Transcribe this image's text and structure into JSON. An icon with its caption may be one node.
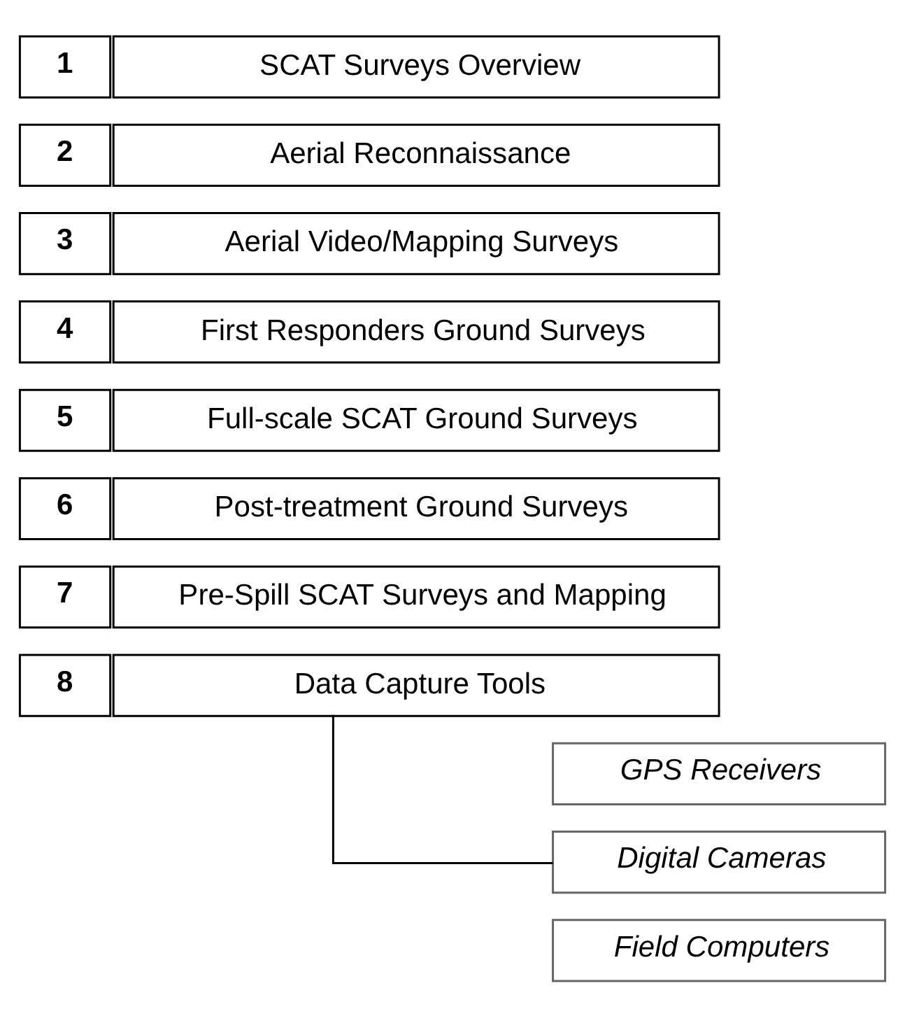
{
  "diagram": {
    "nodes": [
      {
        "text": [
          "1"
        ]
      },
      {
        "text": [
          "SCAT Surveys Overview"
        ]
      },
      {
        "text": [
          "2"
        ]
      },
      {
        "text": [
          "Aerial Reconnaissance"
        ]
      },
      {
        "text": [
          "3"
        ]
      },
      {
        "text": [
          "Aerial Video/Mapping Surveys"
        ]
      },
      {
        "text": [
          "4"
        ]
      },
      {
        "text": [
          "First Responders Ground Surveys"
        ]
      },
      {
        "text": [
          "5"
        ]
      },
      {
        "text": [
          "Full-scale SCAT Ground Surveys"
        ]
      },
      {
        "text": [
          "6"
        ]
      },
      {
        "text": [
          "Post-treatment Ground Surveys"
        ]
      },
      {
        "text": [
          "7"
        ]
      },
      {
        "text": [
          "Pre-Spill SCAT Surveys and Mapping"
        ]
      },
      {
        "text": [
          "8"
        ]
      },
      {
        "text": [
          "Data Capture Tools"
        ]
      },
      {
        "text": [
          "GPS Receivers"
        ]
      },
      {
        "text": [
          "Digital Cameras"
        ]
      },
      {
        "text": [
          "Field Computers"
        ]
      }
    ],
    "edges": [
      {
        "from": 15,
        "to": 17,
        "arrow": "none"
      }
    ]
  }
}
